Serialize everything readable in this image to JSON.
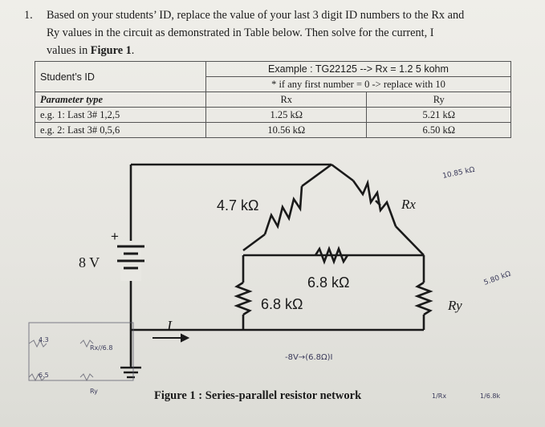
{
  "question": {
    "number": "1.",
    "line1": "Based on your students’ ID, replace the value of your last 3 digit ID numbers to the Rx and",
    "line2": "Ry values in the circuit as demonstrated in Table below. Then solve for the current, I",
    "line3_prefix": "values in ",
    "line3_bold": "Figure 1",
    "line3_suffix": "."
  },
  "table": {
    "header_left": "Student’s ID",
    "example_line1": "Example : TG22125 --> Rx = 1.2 5 kohm",
    "example_line2": "* if any first number = 0 -> replace with 10",
    "param_label": "Parameter type",
    "col_rx": "Rx",
    "col_ry": "Ry",
    "rows": [
      {
        "label": "e.g. 1: Last 3# 1,2,5",
        "rx": "1.25 kΩ",
        "ry": "5.21 kΩ"
      },
      {
        "label": "e.g. 2: Last 3# 0,5,6",
        "rx": "10.56 kΩ",
        "ry": "6.50 kΩ"
      }
    ]
  },
  "circuit": {
    "r_top_left": "4.7 kΩ",
    "r_middle": "6.8 kΩ",
    "r_vertical": "6.8 kΩ",
    "rx_label": "Rx",
    "ry_label": "Ry",
    "source": "8 V",
    "source_plus": "+",
    "current": "I"
  },
  "handwriting": {
    "rx_value": "10.85 kΩ",
    "ry_value": "5.80 kΩ",
    "equation": "-8V→(6.8Ω)I",
    "sketch_labels": [
      "4.3",
      "6.5",
      "Rx//6.8",
      "Ry"
    ],
    "fraction_1": "1/Rx",
    "fraction_2": "1/6.8k"
  },
  "caption": "Figure 1 : Series-parallel resistor network"
}
